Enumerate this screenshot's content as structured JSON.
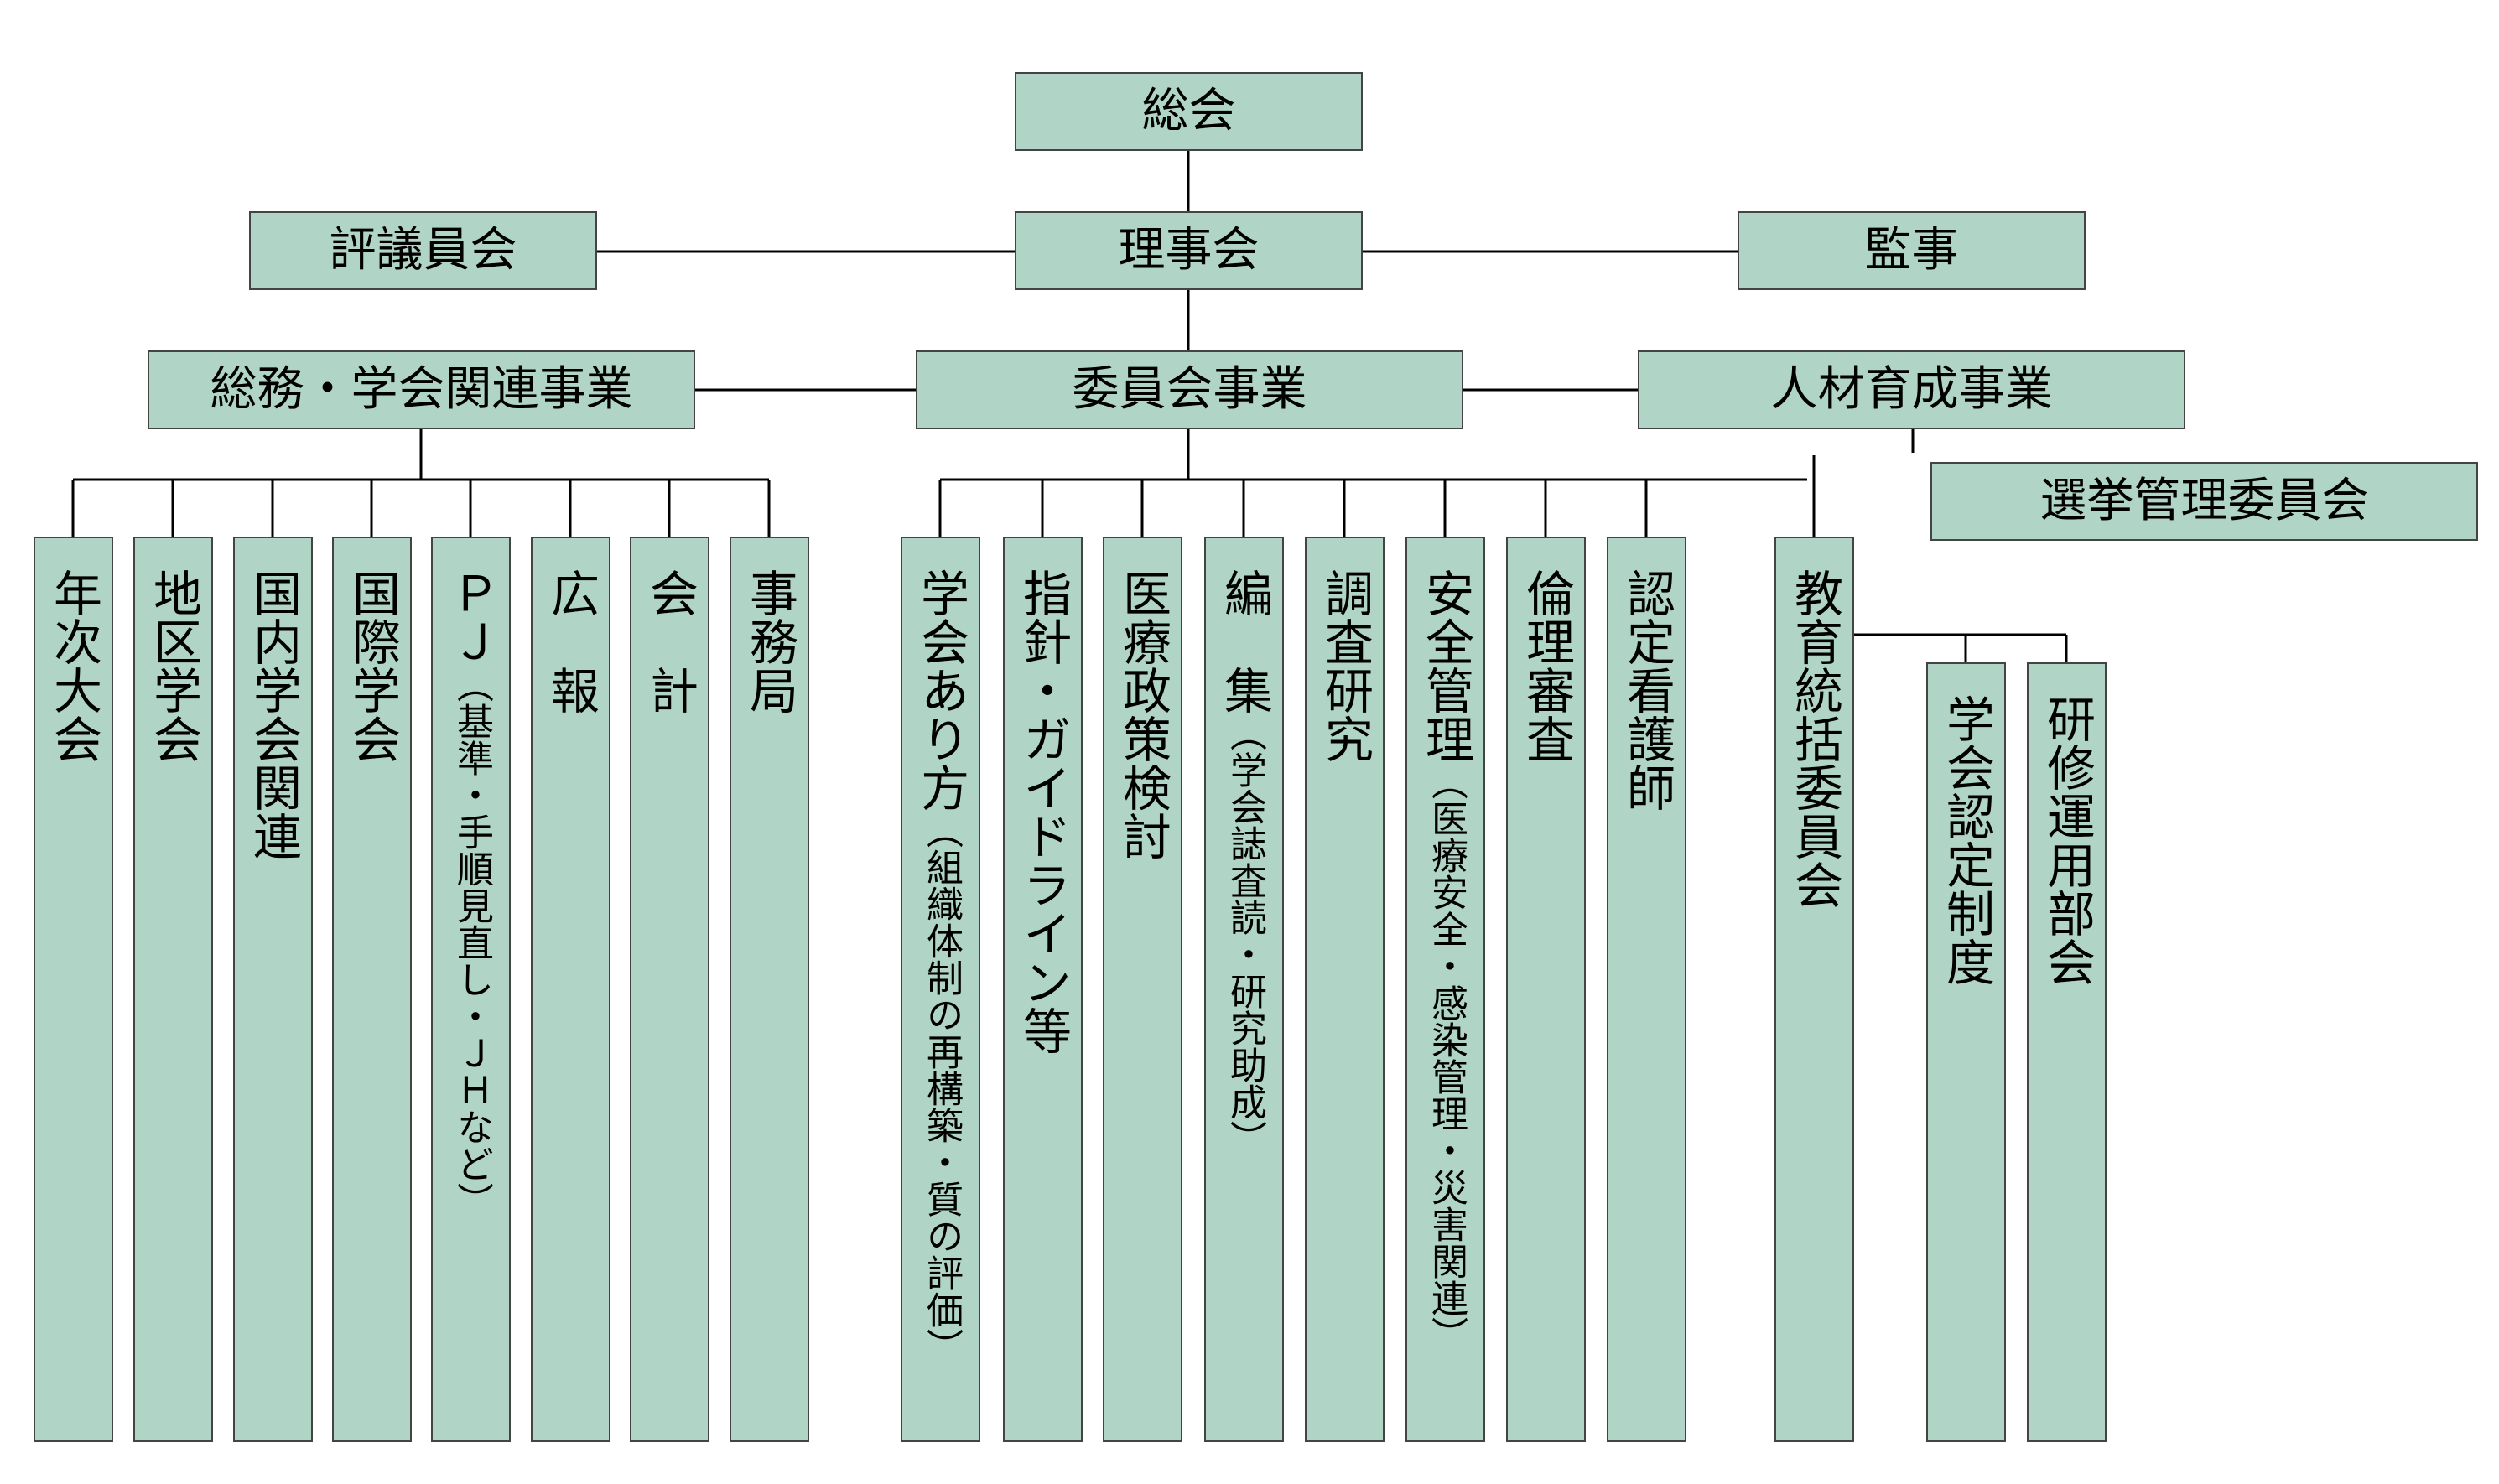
{
  "colors": {
    "box_fill": "#b0d5c6",
    "box_border": "#444444",
    "line": "#000000"
  },
  "top": {
    "general_assembly": "総会",
    "board": "理事会",
    "council": "評議員会",
    "auditor": "監事"
  },
  "divisions": {
    "general_affairs": "総務・学会関連事業",
    "committee": "委員会事業",
    "hr_development": "人材育成事業",
    "election": "選挙管理委員会"
  },
  "general_affairs_units": [
    {
      "label": "年次大会",
      "sub": ""
    },
    {
      "label": "地区学会",
      "sub": ""
    },
    {
      "label": "国内学会関連",
      "sub": ""
    },
    {
      "label": "国際学会",
      "sub": ""
    },
    {
      "label": "ＰＪ",
      "sub": "（基準・手順見直し・ＪＨなど）"
    },
    {
      "label": "広　報",
      "sub": ""
    },
    {
      "label": "会　計",
      "sub": ""
    },
    {
      "label": "事務局",
      "sub": ""
    }
  ],
  "committee_units": [
    {
      "label": "学会あり方",
      "sub": "（組織体制の再構築・質の評価）"
    },
    {
      "label": "指針・ガイドライン等",
      "sub": ""
    },
    {
      "label": "医療政策検討",
      "sub": ""
    },
    {
      "label": "編　集",
      "sub": "（学会誌査読・研究助成）"
    },
    {
      "label": "調査研究",
      "sub": ""
    },
    {
      "label": "安全管理",
      "sub": "（医療安全・感染管理・災害関連）"
    },
    {
      "label": "倫理審査",
      "sub": ""
    },
    {
      "label": "認定看護師",
      "sub": ""
    }
  ],
  "education": {
    "label": "教育統括委員会",
    "sub_units": [
      "学会認定制度",
      "研修運用部会"
    ]
  }
}
